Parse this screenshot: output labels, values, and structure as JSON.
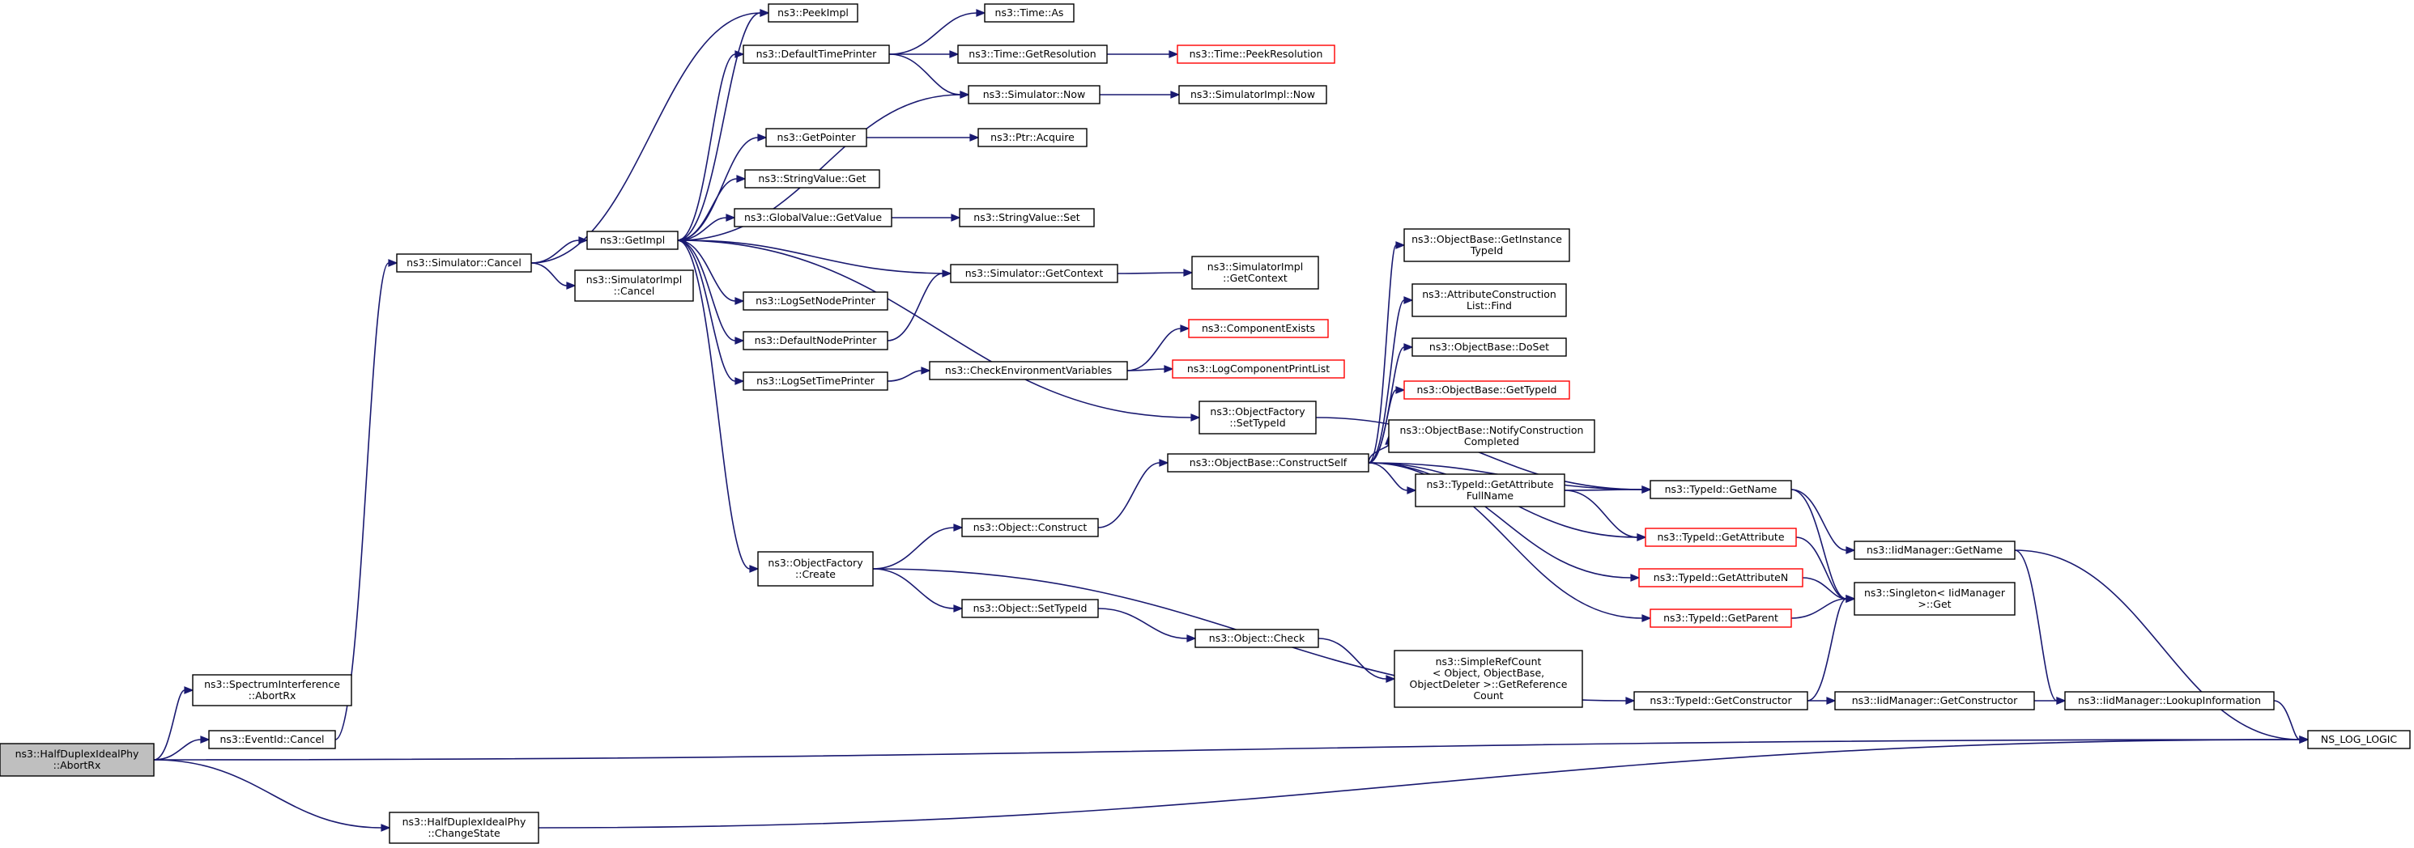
{
  "colors": {
    "edge": "#191970",
    "node_border": "#000000",
    "node_border_truncated": "#ff0000",
    "node_fill": "#ffffff",
    "root_fill": "#bfbfbf",
    "text": "#000000"
  },
  "nodes": [
    {
      "id": "root",
      "lines": [
        "ns3::HalfDuplexIdealPhy",
        "::AbortRx"
      ],
      "style": "root"
    },
    {
      "id": "spec_abort",
      "lines": [
        "ns3::SpectrumInterference",
        "::AbortRx"
      ],
      "style": "normal"
    },
    {
      "id": "eventid_cancel",
      "lines": [
        "ns3::EventId::Cancel"
      ],
      "style": "normal"
    },
    {
      "id": "changestate",
      "lines": [
        "ns3::HalfDuplexIdealPhy",
        "::ChangeState"
      ],
      "style": "normal"
    },
    {
      "id": "sim_cancel",
      "lines": [
        "ns3::Simulator::Cancel"
      ],
      "style": "normal"
    },
    {
      "id": "getimpl",
      "lines": [
        "ns3::GetImpl"
      ],
      "style": "normal"
    },
    {
      "id": "simimpl_cancel",
      "lines": [
        "ns3::SimulatorImpl",
        "::Cancel"
      ],
      "style": "normal"
    },
    {
      "id": "peekimpl",
      "lines": [
        "ns3::PeekImpl"
      ],
      "style": "normal"
    },
    {
      "id": "defaulttimeprinter",
      "lines": [
        "ns3::DefaultTimePrinter"
      ],
      "style": "normal"
    },
    {
      "id": "time_as",
      "lines": [
        "ns3::Time::As"
      ],
      "style": "normal"
    },
    {
      "id": "time_getres",
      "lines": [
        "ns3::Time::GetResolution"
      ],
      "style": "normal"
    },
    {
      "id": "time_peekres",
      "lines": [
        "ns3::Time::PeekResolution"
      ],
      "style": "truncated"
    },
    {
      "id": "sim_now",
      "lines": [
        "ns3::Simulator::Now"
      ],
      "style": "normal"
    },
    {
      "id": "simimpl_now",
      "lines": [
        "ns3::SimulatorImpl::Now"
      ],
      "style": "normal"
    },
    {
      "id": "getpointer",
      "lines": [
        "ns3::GetPointer"
      ],
      "style": "normal"
    },
    {
      "id": "ptr_acquire",
      "lines": [
        "ns3::Ptr::Acquire"
      ],
      "style": "normal"
    },
    {
      "id": "stringvalue_get",
      "lines": [
        "ns3::StringValue::Get"
      ],
      "style": "normal"
    },
    {
      "id": "globalvalue_getvalue",
      "lines": [
        "ns3::GlobalValue::GetValue"
      ],
      "style": "normal"
    },
    {
      "id": "stringvalue_set",
      "lines": [
        "ns3::StringValue::Set"
      ],
      "style": "normal"
    },
    {
      "id": "sim_getcontext",
      "lines": [
        "ns3::Simulator::GetContext"
      ],
      "style": "normal"
    },
    {
      "id": "simimpl_getcontext",
      "lines": [
        "ns3::SimulatorImpl",
        "::GetContext"
      ],
      "style": "normal"
    },
    {
      "id": "logsetnodeprinter",
      "lines": [
        "ns3::LogSetNodePrinter"
      ],
      "style": "normal"
    },
    {
      "id": "defaultnodeprinter",
      "lines": [
        "ns3::DefaultNodePrinter"
      ],
      "style": "normal"
    },
    {
      "id": "logsettimeprinter",
      "lines": [
        "ns3::LogSetTimePrinter"
      ],
      "style": "normal"
    },
    {
      "id": "checkenv",
      "lines": [
        "ns3::CheckEnvironmentVariables"
      ],
      "style": "normal"
    },
    {
      "id": "componentexists",
      "lines": [
        "ns3::ComponentExists"
      ],
      "style": "truncated"
    },
    {
      "id": "logcomponentprintlist",
      "lines": [
        "ns3::LogComponentPrintList"
      ],
      "style": "truncated"
    },
    {
      "id": "objfactory_settypeid",
      "lines": [
        "ns3::ObjectFactory",
        "::SetTypeId"
      ],
      "style": "normal"
    },
    {
      "id": "objfactory_create",
      "lines": [
        "ns3::ObjectFactory",
        "::Create"
      ],
      "style": "normal"
    },
    {
      "id": "object_construct",
      "lines": [
        "ns3::Object::Construct"
      ],
      "style": "normal"
    },
    {
      "id": "object_settypeid",
      "lines": [
        "ns3::Object::SetTypeId"
      ],
      "style": "normal"
    },
    {
      "id": "object_check",
      "lines": [
        "ns3::Object::Check"
      ],
      "style": "normal"
    },
    {
      "id": "simplerefcount",
      "lines": [
        "ns3::SimpleRefCount",
        "< Object, ObjectBase,",
        "ObjectDeleter >::GetReference",
        "Count"
      ],
      "style": "normal"
    },
    {
      "id": "constructself",
      "lines": [
        "ns3::ObjectBase::ConstructSelf"
      ],
      "style": "normal"
    },
    {
      "id": "getinstancetypeid",
      "lines": [
        "ns3::ObjectBase::GetInstance",
        "TypeId"
      ],
      "style": "normal"
    },
    {
      "id": "attrconstruct_find",
      "lines": [
        "ns3::AttributeConstruction",
        "List::Find"
      ],
      "style": "normal"
    },
    {
      "id": "doset",
      "lines": [
        "ns3::ObjectBase::DoSet"
      ],
      "style": "normal"
    },
    {
      "id": "objbase_gettypeid",
      "lines": [
        "ns3::ObjectBase::GetTypeId"
      ],
      "style": "truncated"
    },
    {
      "id": "notifyconstruction",
      "lines": [
        "ns3::ObjectBase::NotifyConstruction",
        "Completed"
      ],
      "style": "normal"
    },
    {
      "id": "typeid_getattrfullname",
      "lines": [
        "ns3::TypeId::GetAttribute",
        "FullName"
      ],
      "style": "normal"
    },
    {
      "id": "typeid_getname",
      "lines": [
        "ns3::TypeId::GetName"
      ],
      "style": "normal"
    },
    {
      "id": "typeid_getattribute",
      "lines": [
        "ns3::TypeId::GetAttribute"
      ],
      "style": "truncated"
    },
    {
      "id": "typeid_getattributen",
      "lines": [
        "ns3::TypeId::GetAttributeN"
      ],
      "style": "truncated"
    },
    {
      "id": "typeid_getparent",
      "lines": [
        "ns3::TypeId::GetParent"
      ],
      "style": "truncated"
    },
    {
      "id": "typeid_getconstructor",
      "lines": [
        "ns3::TypeId::GetConstructor"
      ],
      "style": "normal"
    },
    {
      "id": "iidmanager_getname",
      "lines": [
        "ns3::IidManager::GetName"
      ],
      "style": "normal"
    },
    {
      "id": "singleton_get",
      "lines": [
        "ns3::Singleton< IidManager",
        ">::Get"
      ],
      "style": "normal"
    },
    {
      "id": "iidmanager_getconstructor",
      "lines": [
        "ns3::IidManager::GetConstructor"
      ],
      "style": "normal"
    },
    {
      "id": "iidmanager_lookupinfo",
      "lines": [
        "ns3::IidManager::LookupInformation"
      ],
      "style": "normal"
    },
    {
      "id": "ns_log_logic",
      "lines": [
        "NS_LOG_LOGIC"
      ],
      "style": "normal"
    }
  ],
  "edges": [
    [
      "root",
      "spec_abort"
    ],
    [
      "root",
      "eventid_cancel"
    ],
    [
      "root",
      "ns_log_logic"
    ],
    [
      "root",
      "changestate"
    ],
    [
      "changestate",
      "ns_log_logic"
    ],
    [
      "eventid_cancel",
      "sim_cancel"
    ],
    [
      "sim_cancel",
      "getimpl"
    ],
    [
      "sim_cancel",
      "simimpl_cancel"
    ],
    [
      "sim_cancel",
      "peekimpl"
    ],
    [
      "getimpl",
      "peekimpl"
    ],
    [
      "getimpl",
      "defaulttimeprinter"
    ],
    [
      "getimpl",
      "sim_now"
    ],
    [
      "getimpl",
      "getpointer"
    ],
    [
      "getimpl",
      "stringvalue_get"
    ],
    [
      "getimpl",
      "globalvalue_getvalue"
    ],
    [
      "getimpl",
      "logsetnodeprinter"
    ],
    [
      "getimpl",
      "defaultnodeprinter"
    ],
    [
      "getimpl",
      "logsettimeprinter"
    ],
    [
      "getimpl",
      "objfactory_settypeid"
    ],
    [
      "getimpl",
      "objfactory_create"
    ],
    [
      "defaulttimeprinter",
      "time_as"
    ],
    [
      "defaulttimeprinter",
      "time_getres"
    ],
    [
      "defaulttimeprinter",
      "sim_now"
    ],
    [
      "time_getres",
      "time_peekres"
    ],
    [
      "sim_now",
      "simimpl_now"
    ],
    [
      "getpointer",
      "ptr_acquire"
    ],
    [
      "globalvalue_getvalue",
      "stringvalue_set"
    ],
    [
      "sim_getcontext",
      "getimpl"
    ],
    [
      "sim_getcontext",
      "simimpl_getcontext"
    ],
    [
      "defaultnodeprinter",
      "sim_getcontext"
    ],
    [
      "logsettimeprinter",
      "checkenv"
    ],
    [
      "checkenv",
      "componentexists"
    ],
    [
      "checkenv",
      "logcomponentprintlist"
    ],
    [
      "objfactory_settypeid",
      "typeid_getname"
    ],
    [
      "objfactory_create",
      "object_construct"
    ],
    [
      "objfactory_create",
      "object_settypeid"
    ],
    [
      "objfactory_create",
      "typeid_getconstructor"
    ],
    [
      "object_construct",
      "constructself"
    ],
    [
      "object_settypeid",
      "object_check"
    ],
    [
      "object_check",
      "simplerefcount"
    ],
    [
      "constructself",
      "getinstancetypeid"
    ],
    [
      "constructself",
      "attrconstruct_find"
    ],
    [
      "constructself",
      "doset"
    ],
    [
      "constructself",
      "objbase_gettypeid"
    ],
    [
      "constructself",
      "notifyconstruction"
    ],
    [
      "constructself",
      "typeid_getattrfullname"
    ],
    [
      "constructself",
      "typeid_getname"
    ],
    [
      "constructself",
      "typeid_getattribute"
    ],
    [
      "constructself",
      "typeid_getattributen"
    ],
    [
      "constructself",
      "typeid_getparent"
    ],
    [
      "typeid_getattrfullname",
      "typeid_getname"
    ],
    [
      "typeid_getattrfullname",
      "typeid_getattribute"
    ],
    [
      "typeid_getname",
      "iidmanager_getname"
    ],
    [
      "typeid_getname",
      "singleton_get"
    ],
    [
      "typeid_getattribute",
      "singleton_get"
    ],
    [
      "typeid_getattributen",
      "singleton_get"
    ],
    [
      "typeid_getparent",
      "singleton_get"
    ],
    [
      "typeid_getconstructor",
      "singleton_get"
    ],
    [
      "typeid_getconstructor",
      "iidmanager_getconstructor"
    ],
    [
      "iidmanager_getname",
      "iidmanager_lookupinfo"
    ],
    [
      "iidmanager_getname",
      "ns_log_logic"
    ],
    [
      "iidmanager_getconstructor",
      "iidmanager_lookupinfo"
    ],
    [
      "iidmanager_lookupinfo",
      "ns_log_logic"
    ]
  ]
}
